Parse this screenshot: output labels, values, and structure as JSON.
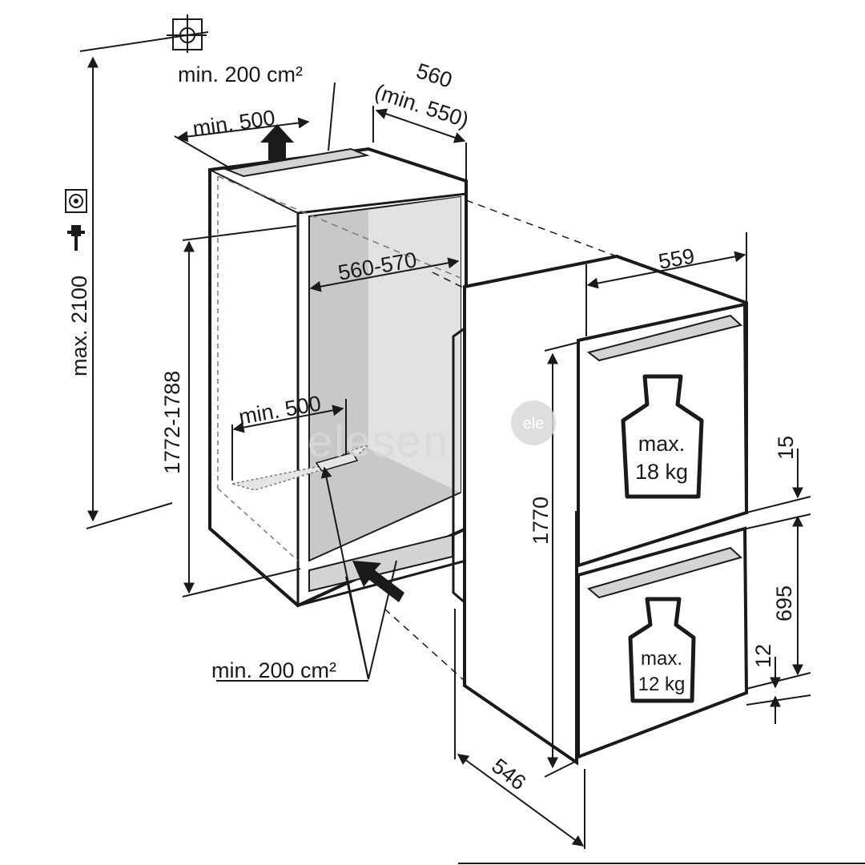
{
  "dimensions": {
    "max_height": "max. 2100",
    "niche_height": "1772-1788",
    "niche_depth": "560-570",
    "niche_width": "560",
    "niche_width_min": "(min. 550)",
    "top_vent_width": "min. 500",
    "top_vent_area": "min. 200 cm²",
    "bottom_vent_depth": "min. 500",
    "bottom_vent_area": "min. 200 cm²",
    "appliance_width": "559",
    "appliance_height": "1770",
    "appliance_depth": "546",
    "gap_top": "15",
    "door_lower": "695",
    "gap_bottom": "12"
  },
  "loads": {
    "upper_max": "max.",
    "upper_weight": "18 kg",
    "lower_max": "max.",
    "lower_weight": "12 kg"
  },
  "icons": [
    "ventilation-grille-icon",
    "socket-icon",
    "plug-icon",
    "weight-icon"
  ],
  "watermark": {
    "text": "elesen",
    "badge": "ele"
  },
  "colors": {
    "line": "#1a1a1a",
    "niche_fill": "#c8c8c8",
    "niche_back": "#e2e2e2",
    "grille": "#d4d4d4",
    "watermark": "#d9d9d9"
  }
}
